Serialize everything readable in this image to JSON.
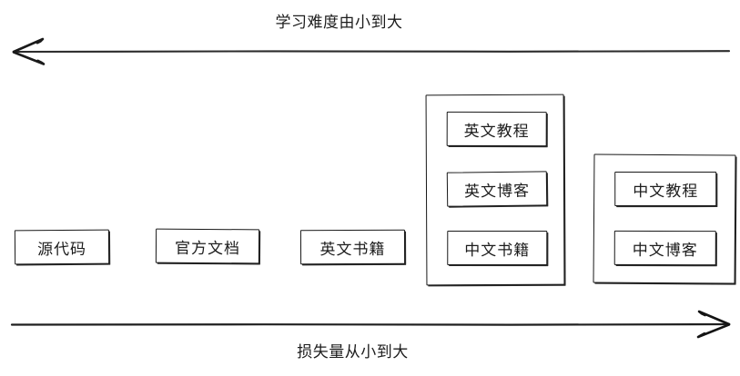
{
  "diagram": {
    "top_axis": {
      "label": "学习难度由小到大",
      "direction": "left",
      "arrow_name": "difficulty-axis-arrow"
    },
    "bottom_axis": {
      "label": "损失量从小到大",
      "direction": "right",
      "arrow_name": "loss-axis-arrow"
    },
    "nodes": [
      {
        "label": "源代码"
      },
      {
        "label": "官方文档"
      },
      {
        "label": "英文书籍"
      }
    ],
    "groups": [
      {
        "name": "group-english-materials",
        "items": [
          {
            "label": "英文教程"
          },
          {
            "label": "英文博客"
          },
          {
            "label": "中文书籍"
          }
        ]
      },
      {
        "name": "group-chinese-materials",
        "items": [
          {
            "label": "中文教程"
          },
          {
            "label": "中文博客"
          }
        ]
      }
    ]
  },
  "colors": {
    "stroke": "#181818",
    "text": "#1c1c1c",
    "background": "#ffffff"
  }
}
